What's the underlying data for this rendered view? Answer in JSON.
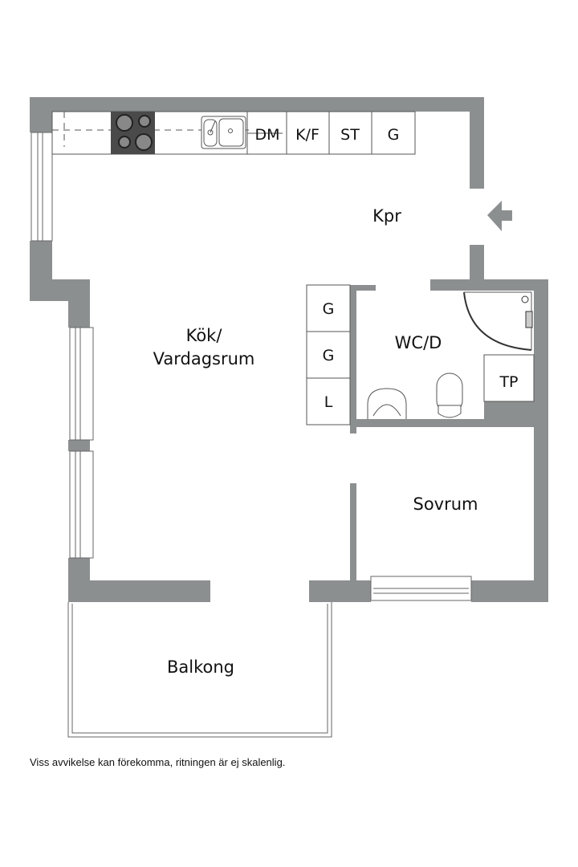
{
  "rooms": {
    "kitchen_living_line1": "Kök/",
    "kitchen_living_line2": "Vardagsrum",
    "hall": "Kpr",
    "bathroom": "WC/D",
    "bedroom": "Sovrum",
    "balcony": "Balkong"
  },
  "appliances": {
    "dishwasher": "DM",
    "fridge_freezer": "K/F",
    "cabinet_st": "ST",
    "wardrobe_kitchen": "G",
    "wardrobe_1": "G",
    "wardrobe_2": "G",
    "linen": "L",
    "washer": "TP"
  },
  "icons": [
    "entrance-arrow-icon",
    "stove-icon",
    "sink-icon",
    "shower-icon",
    "toilet-icon",
    "washbasin-icon"
  ],
  "colors": {
    "wall": "#8c8f90"
  },
  "note": "Viss avvikelse kan förekomma, ritningen är ej skalenlig."
}
